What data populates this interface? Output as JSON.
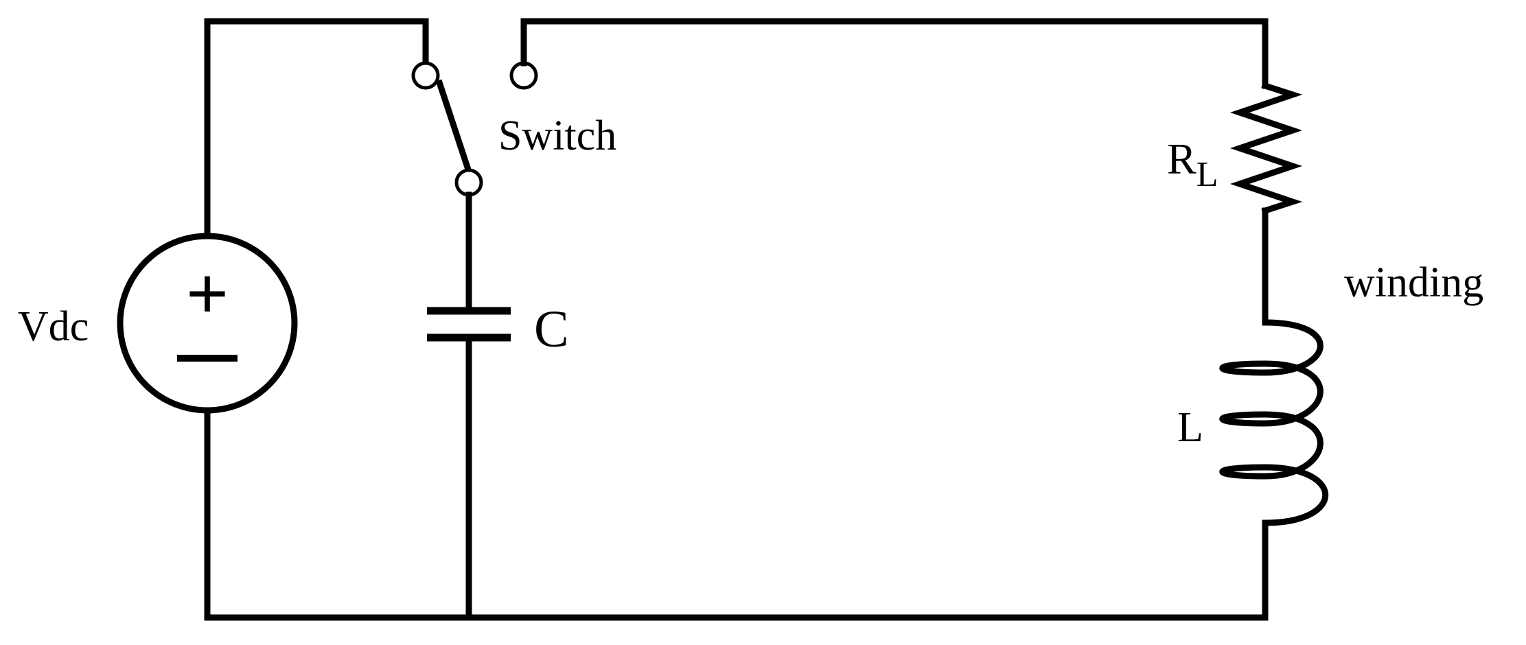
{
  "labels": {
    "source": "Vdc",
    "switch": "Switch",
    "capacitor": "C",
    "resistor_main": "R",
    "resistor_sub": "L",
    "winding": "winding",
    "inductor": "L"
  },
  "source_symbols": {
    "plus": "+",
    "minus": "−"
  },
  "colors": {
    "line": "#000000",
    "background": "#ffffff"
  }
}
